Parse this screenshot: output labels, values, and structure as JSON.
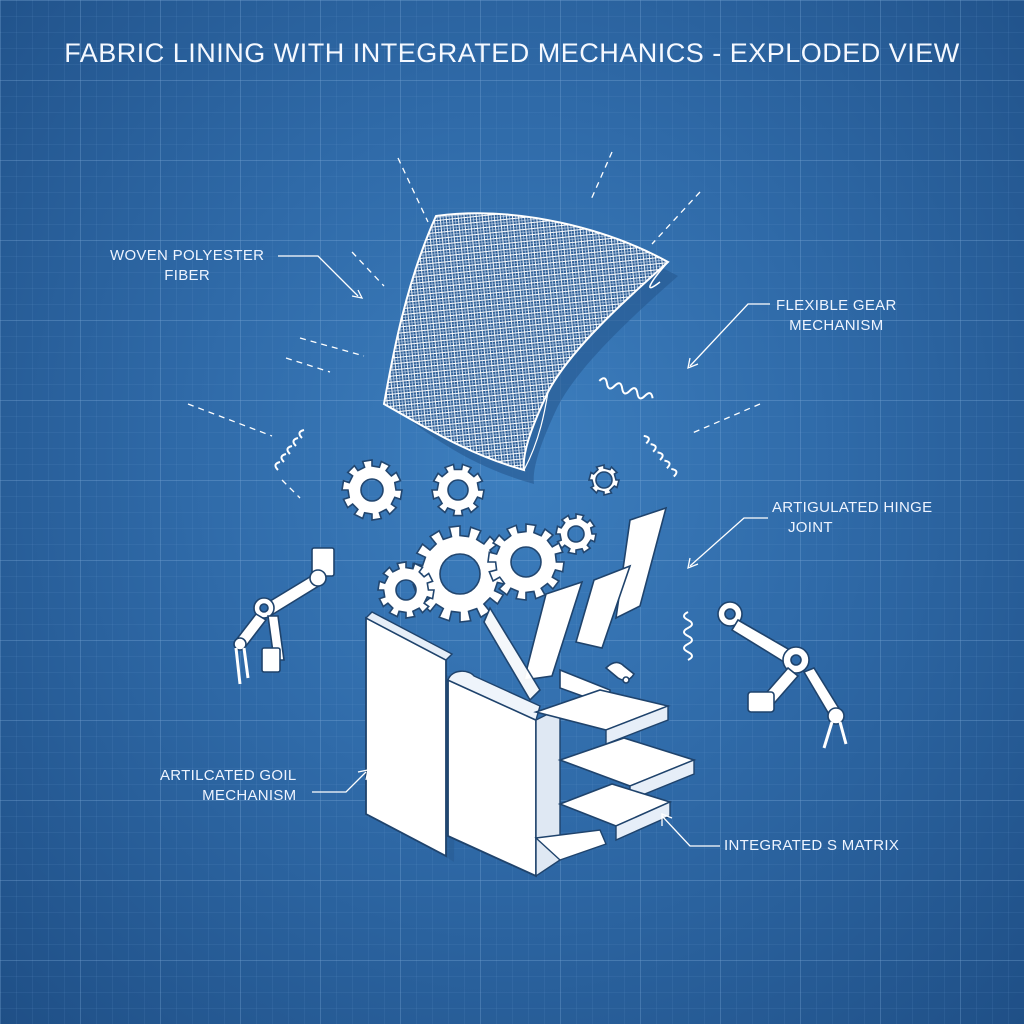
{
  "title": "FABRIC LINING WITH INTEGRATED MECHANICS - EXPLODED VIEW",
  "labels": {
    "woven": [
      "WOVEN POLYESTER",
      "FIBER"
    ],
    "gear": [
      "FLEXIBLE GEAR",
      "MECHANISM"
    ],
    "hinge": [
      "ARTIGULATED HINGE",
      "JOINT"
    ],
    "coil": [
      "ARTILCATED GOIL",
      "MECHANISM"
    ],
    "matrix": [
      "INTEGRATED S MATRIX"
    ]
  },
  "colors": {
    "background": "#2f6aa8",
    "grid": "#6fa0d4",
    "line": "#ffffff",
    "fill": "#ffffff",
    "shadow": "#27598f"
  },
  "icons": [
    "gear-icon",
    "spring-icon",
    "robotic-arm-icon",
    "mesh-fabric-icon",
    "panel-icon"
  ]
}
